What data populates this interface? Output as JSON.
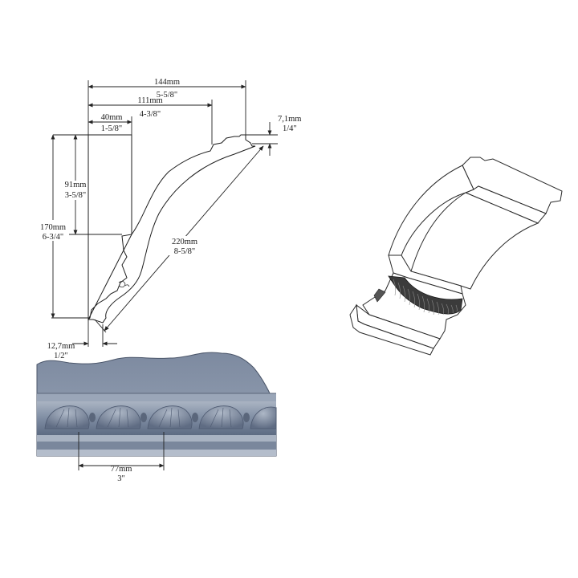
{
  "dimensions": {
    "overall_width": {
      "metric": "144mm",
      "imperial": "5-5/8\""
    },
    "width_111": {
      "metric": "111mm",
      "imperial": "4-3/8\""
    },
    "width_40": {
      "metric": "40mm",
      "imperial": "1-5/8\""
    },
    "top_lip": {
      "metric": "7,1mm",
      "imperial": "1/4\""
    },
    "height_91": {
      "metric": "91mm",
      "imperial": "3-5/8\""
    },
    "overall_height": {
      "metric": "170mm",
      "imperial": "6-3/4\""
    },
    "diagonal": {
      "metric": "220mm",
      "imperial": "8-5/8\""
    },
    "bottom_lip": {
      "metric": "12,7mm",
      "imperial": "1/2\""
    },
    "repeat": {
      "metric": "77mm",
      "imperial": "3\""
    }
  },
  "colors": {
    "line": "#222222",
    "molding_blue": "#8795a9",
    "molding_dark": "#55627a",
    "molding_light": "#b3bdcb",
    "iso_bead": "#333333"
  }
}
